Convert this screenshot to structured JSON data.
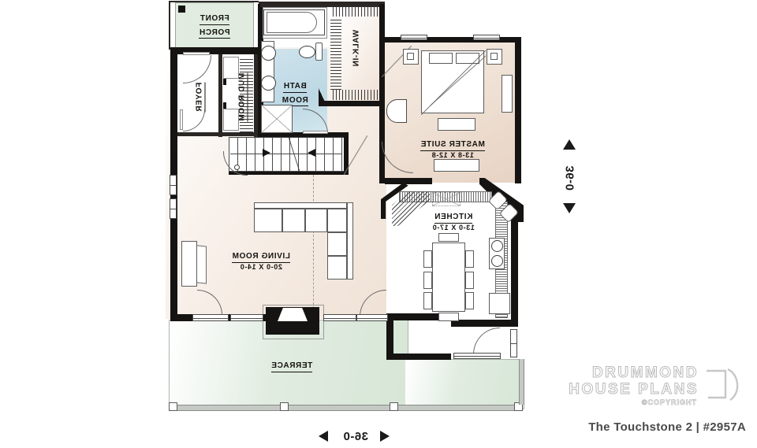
{
  "plan": {
    "title": "The Touchstone 2 | #2957A",
    "brand_line1": "DRUMMOND",
    "brand_line2": "HOUSE PLANS",
    "brand_copyright": "©COPYRIGHT",
    "mirrored": true,
    "dimension_bottom": "36-0",
    "dimension_right": "36-0",
    "colors": {
      "wall": "#161412",
      "interior_floor": "#efdfd3",
      "bath_floor": "#bcd8e4",
      "porch_floor": "#e1ebe0",
      "terrace_floor": "#d7e6d7",
      "master_floor": "#e7d3c4",
      "text": "#14120f",
      "title_text": "#4a4a4a"
    },
    "rooms": [
      {
        "id": "front-porch",
        "name": "FRONT PORCH",
        "dim": "",
        "two_line": true
      },
      {
        "id": "foyer",
        "name": "FOYER",
        "dim": "",
        "vertical": true
      },
      {
        "id": "mud-room",
        "name": "MUD ROOM",
        "dim": "",
        "vertical": true
      },
      {
        "id": "bath-room",
        "name": "BATH ROOM",
        "dim": "",
        "two_line": true
      },
      {
        "id": "walk-in",
        "name": "WALK-IN",
        "dim": "",
        "vertical": true
      },
      {
        "id": "master-suite",
        "name": "MASTER SUITE",
        "dim": "13-8 X 12-8"
      },
      {
        "id": "kitchen",
        "name": "KITCHEN",
        "dim": "13-0 X 17-0"
      },
      {
        "id": "living-room",
        "name": "LIVING ROOM",
        "dim": "20-0 X 14-0"
      },
      {
        "id": "terrace",
        "name": "TERRACE",
        "dim": ""
      }
    ],
    "labels": {
      "front_porch_l1": "FRONT",
      "front_porch_l2": "PORCH",
      "foyer": "FOYER",
      "mud_room": "MUD ROOM",
      "bath_l1": "BATH",
      "bath_l2": "ROOM",
      "walk_in": "WALK-IN",
      "master_name": "MASTER SUITE",
      "master_dim": "13-8 X 12-8",
      "kitchen_name": "KITCHEN",
      "kitchen_dim": "13-0 X 17-0",
      "living_name": "LIVING ROOM",
      "living_dim": "20-0 X 14-0",
      "terrace": "TERRACE"
    }
  }
}
